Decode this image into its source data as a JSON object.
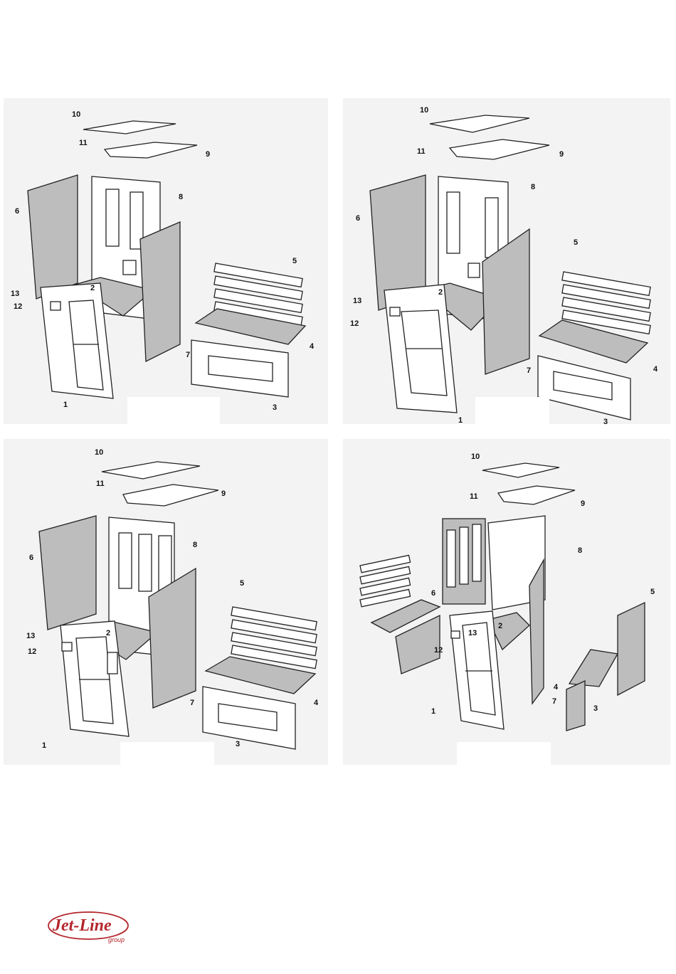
{
  "colors": {
    "panel_bg": "#f3f3f3",
    "part_fill": "#ffffff",
    "grey_fill": "#bdbdbd",
    "line": "#222222",
    "logo_red": "#b3262c"
  },
  "views": [
    {
      "view": "front-left",
      "labels": [
        "10",
        "11",
        "9",
        "8",
        "6",
        "5",
        "13",
        "12",
        "2",
        "4",
        "7",
        "3",
        "1"
      ]
    },
    {
      "view": "front-left-rotated",
      "labels": [
        "10",
        "11",
        "9",
        "8",
        "6",
        "5",
        "13",
        "2",
        "12",
        "4",
        "7",
        "3",
        "1"
      ]
    },
    {
      "view": "front-right",
      "labels": [
        "10",
        "11",
        "9",
        "8",
        "6",
        "5",
        "13",
        "2",
        "12",
        "4",
        "7",
        "3",
        "1"
      ]
    },
    {
      "view": "rear-left",
      "labels": [
        "10",
        "11",
        "9",
        "8",
        "6",
        "13",
        "2",
        "12",
        "5",
        "4",
        "3",
        "1",
        "7"
      ]
    }
  ],
  "logo": {
    "brand": "Jet-Line",
    "sub": "group"
  }
}
